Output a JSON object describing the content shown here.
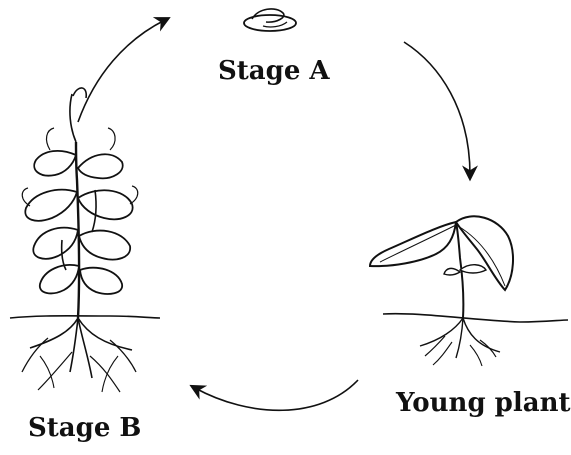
{
  "diagram": {
    "labels": {
      "stage_a": "Stage A",
      "young_plant": "Young plant",
      "stage_b": "Stage B"
    },
    "stages": [
      {
        "key": "stage_a",
        "icon": "seed-icon"
      },
      {
        "key": "young_plant",
        "icon": "seedling-icon"
      },
      {
        "key": "stage_b",
        "icon": "mature-plant-icon"
      }
    ],
    "cycle_direction": "clockwise",
    "line_color": "#111111",
    "background": "#ffffff"
  }
}
